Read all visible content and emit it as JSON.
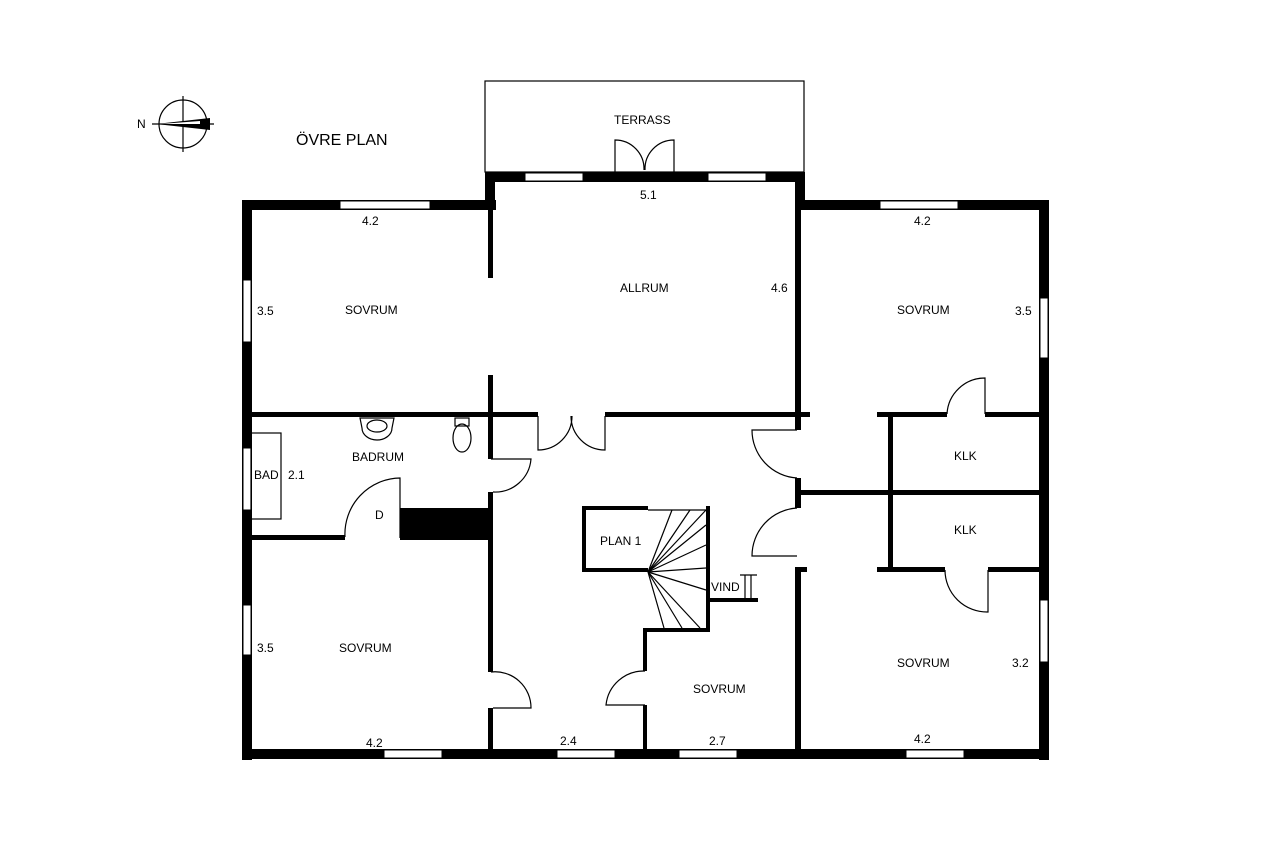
{
  "title": "ÖVRE PLAN",
  "compass": {
    "label": "N"
  },
  "rooms": {
    "terrass": "TERRASS",
    "allrum": "ALLRUM",
    "sovrum_nw": "SOVRUM",
    "sovrum_ne": "SOVRUM",
    "badrum": "BADRUM",
    "bad": "BAD",
    "d": "D",
    "klk_upper": "KLK",
    "klk_lower": "KLK",
    "plan1": "PLAN 1",
    "vind": "VIND",
    "sovrum_sw": "SOVRUM",
    "sovrum_s": "SOVRUM",
    "sovrum_se": "SOVRUM"
  },
  "dimensions": {
    "allrum_width": "5.1",
    "allrum_depth": "4.6",
    "sovrum_nw_width": "4.2",
    "sovrum_nw_depth": "3.5",
    "sovrum_ne_width": "4.2",
    "sovrum_ne_depth": "3.5",
    "badrum_depth": "2.1",
    "sovrum_sw_depth": "3.5",
    "sovrum_sw_width": "4.2",
    "hall_width": "2.4",
    "sovrum_s_width": "2.7",
    "sovrum_se_depth": "3.2",
    "sovrum_se_width": "4.2"
  }
}
